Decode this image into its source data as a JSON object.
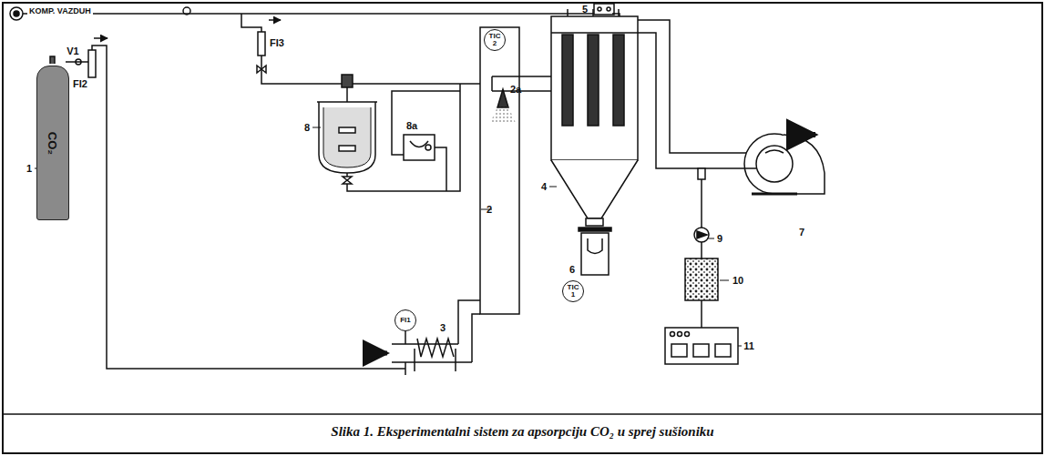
{
  "diagram": {
    "caption": "Slika 1. Eksperimentalni sistem za apsorpciju CO₂ u sprej sušioniku",
    "nodes": [
      {
        "text": [
          "TIC 2"
        ]
      },
      {
        "text": [
          "TIC 1"
        ]
      },
      {
        "text": [
          "FI1"
        ]
      },
      {
        "text": [
          "CO₂"
        ]
      }
    ],
    "labels": [
      "KOMP. VAZDUH",
      "FI3",
      "FI2",
      "V1",
      "1",
      "2",
      "2a",
      "3",
      "4",
      "5",
      "6",
      "7",
      "8",
      "8a",
      "9",
      "10",
      "11"
    ]
  }
}
